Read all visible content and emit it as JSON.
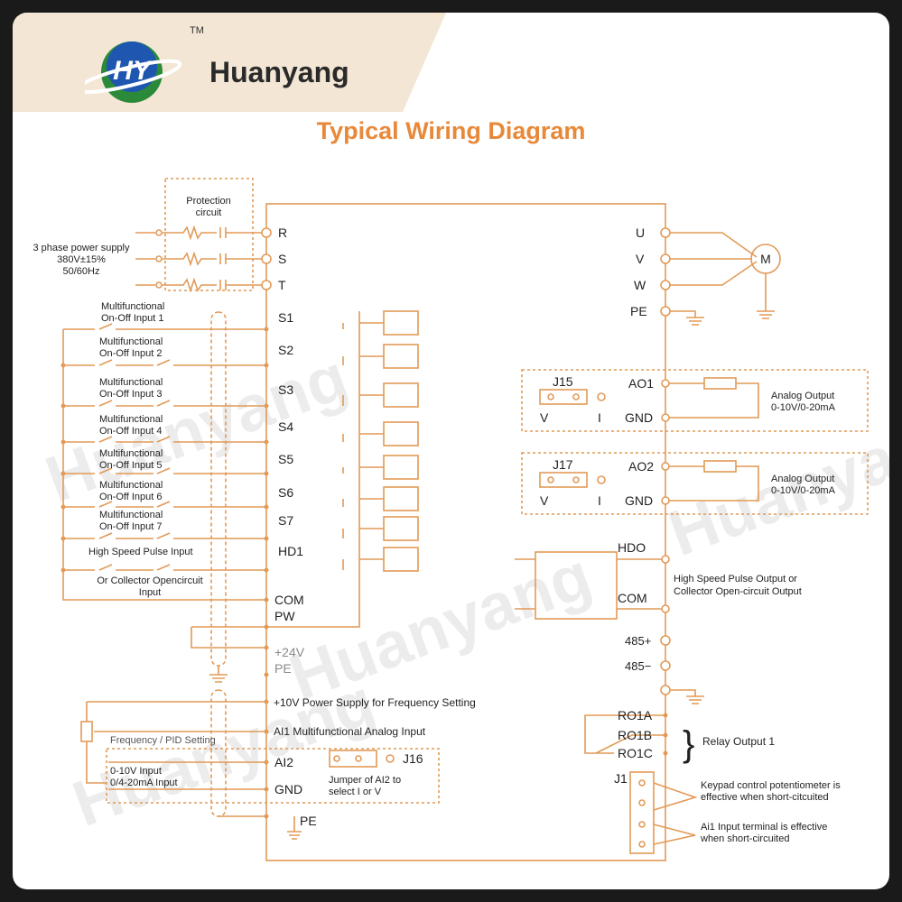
{
  "brand": {
    "name": "Huanyang",
    "tm": "TM",
    "logo_letters": "HY"
  },
  "title": "Typical Wiring Diagram",
  "watermark": "Huanyang",
  "colors": {
    "line": "#e29a57",
    "accent": "#e8893a",
    "text": "#222222"
  },
  "power": {
    "protection": [
      "Protection",
      "circuit"
    ],
    "supply": [
      "3 phase power supply",
      "380V±15%",
      "50/60Hz"
    ],
    "terminals": [
      "R",
      "S",
      "T"
    ]
  },
  "inputs": {
    "labels": [
      [
        "Multifunctional",
        "On-Off Input 1"
      ],
      [
        "Multifunctional",
        "On-Off Input 2"
      ],
      [
        "Multifunctional",
        "On-Off Input 3"
      ],
      [
        "Multifunctional",
        "On-Off Input 4"
      ],
      [
        "Multifunctional",
        "On-Off Input 5"
      ],
      [
        "Multifunctional",
        "On-Off Input 6"
      ],
      [
        "Multifunctional",
        "On-Off Input 7"
      ]
    ],
    "terminals": [
      "S1",
      "S2",
      "S3",
      "S4",
      "S5",
      "S6",
      "S7",
      "HD1"
    ],
    "hd1_label": "High Speed Pulse Input",
    "collector_label": [
      "Or Collector Opencircuit",
      "Input"
    ],
    "com": "COM",
    "pw": "PW",
    "v24": "+24V",
    "pe": "PE"
  },
  "analog_in": {
    "v10": "+10V Power Supply for Frequency Setting",
    "ai1": "AI1 Multifunctional Analog Input",
    "freq": "Frequency / PID Setting",
    "ai2": "AI2",
    "gnd": "GND",
    "range": [
      "0-10V Input",
      "0/4-20mA Input"
    ],
    "j16": "J16",
    "j16_desc": [
      "Jumper of AI2 to",
      "select I or V"
    ],
    "pe": "PE"
  },
  "outputs": {
    "motor": [
      "U",
      "V",
      "W"
    ],
    "motor_label": "M",
    "pe": "PE",
    "j15": "J15",
    "j17": "J17",
    "vi": [
      "V",
      "I"
    ],
    "ao1": "AO1",
    "ao2": "AO2",
    "gnd": "GND",
    "analog_label": [
      "Analog Output",
      "0-10V/0-20mA"
    ],
    "hdo": "HDO",
    "com": "COM",
    "hdo_label": [
      "High Speed Pulse Output or",
      "Collector Open-circuit Output"
    ],
    "rs485": [
      "485+",
      "485−"
    ],
    "relay": [
      "RO1A",
      "RO1B",
      "RO1C"
    ],
    "relay_label": "Relay Output 1",
    "j1": "J1",
    "j1_label_1": [
      "Keypad control potentiometer is",
      "effective when short-citcuited"
    ],
    "j1_label_2": [
      "Ai1 Input terminal is effective",
      "when short-circuited"
    ]
  }
}
